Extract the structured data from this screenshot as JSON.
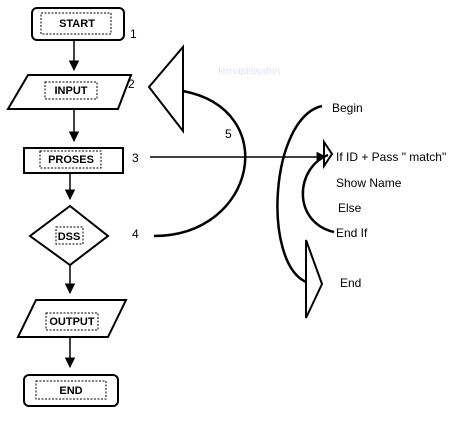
{
  "flowchart": {
    "start": "START",
    "input": "INPUT",
    "process": "PROSES",
    "dss": "DSS",
    "output": "OUTPUT",
    "end": "END"
  },
  "step_numbers": {
    "n1": "1",
    "n2": "2",
    "n3": "3",
    "n4": "4",
    "n5": "5"
  },
  "pseudocode": {
    "begin": "Begin",
    "if_line": "If ID + Pass \" match\"",
    "show_name": "Show Name",
    "else": "Else",
    "end_if": "End If",
    "end": "End"
  },
  "colors": {
    "stroke": "#000000",
    "background": "#ffffff"
  }
}
